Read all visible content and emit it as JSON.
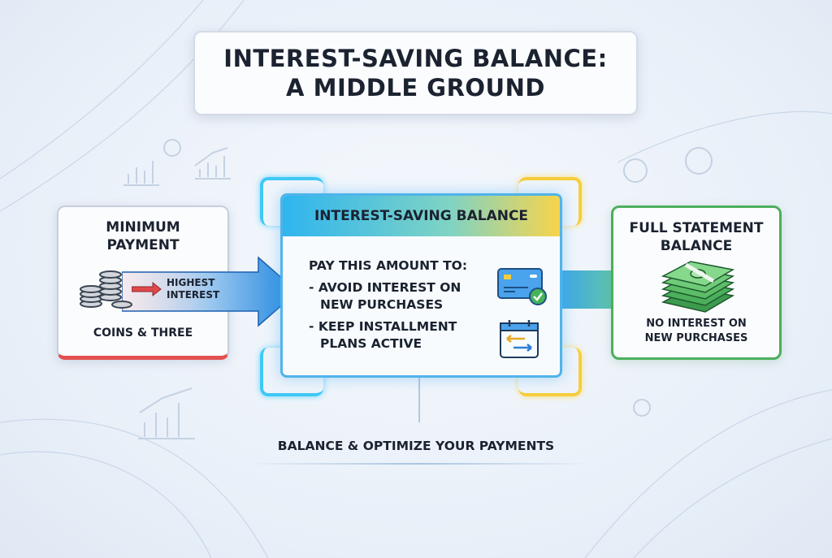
{
  "title": {
    "line1": "INTEREST-SAVING BALANCE:",
    "line2": "A MIDDLE GROUND"
  },
  "left_card": {
    "title_line1": "MINIMUM",
    "title_line2": "PAYMENT",
    "arrow_label_line1": "HIGHEST",
    "arrow_label_line2": "INTEREST",
    "footer": "COINS & THREE",
    "accent": "#e25050"
  },
  "center_card": {
    "header": "INTEREST-SAVING BALANCE",
    "intro": "PAY THIS AMOUNT TO:",
    "items": [
      {
        "line1": "- AVOID INTEREST ON",
        "line2": "NEW PURCHASES",
        "icon": "credit-card-check-icon"
      },
      {
        "line1": "- KEEP INSTALLMENT",
        "line2": "PLANS ACTIVE",
        "icon": "calendar-transfer-icon"
      }
    ],
    "accent": "#4fb4ea"
  },
  "right_card": {
    "title_line1": "FULL STATEMENT",
    "title_line2": "BALANCE",
    "footer_line1": "NO INTEREST ON",
    "footer_line2": "NEW PURCHASES",
    "accent": "#4caf5c"
  },
  "footer": "BALANCE & OPTIMIZE YOUR PAYMENTS"
}
